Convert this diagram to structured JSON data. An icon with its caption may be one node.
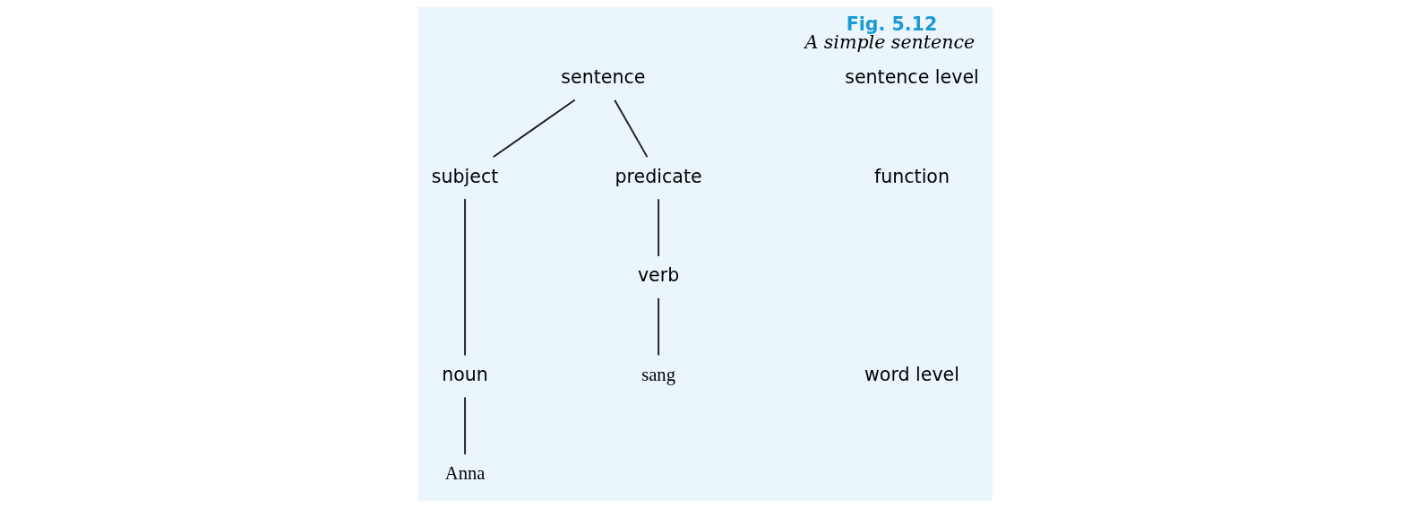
{
  "diagram": {
    "title": "Fig. 5.12",
    "caption": "A simple sentence",
    "nodes": [
      {
        "text": [
          "sentence"
        ]
      },
      {
        "text": [
          "subject"
        ]
      },
      {
        "text": [
          "predicate"
        ]
      },
      {
        "text": [
          "noun"
        ]
      },
      {
        "text": [
          "verb"
        ]
      },
      {
        "text": [
          "Anna"
        ]
      },
      {
        "text": [
          "sang"
        ]
      }
    ],
    "edges": [
      {
        "from": 0,
        "to": 1,
        "arrow": "none"
      },
      {
        "from": 0,
        "to": 2,
        "arrow": "none"
      },
      {
        "from": 1,
        "to": 3,
        "arrow": "none"
      },
      {
        "from": 2,
        "to": 4,
        "arrow": "none"
      },
      {
        "from": 3,
        "to": 5,
        "arrow": "none"
      },
      {
        "from": 4,
        "to": 6,
        "arrow": "none"
      }
    ],
    "labels": [
      "sentence level",
      "function",
      "word level"
    ]
  }
}
